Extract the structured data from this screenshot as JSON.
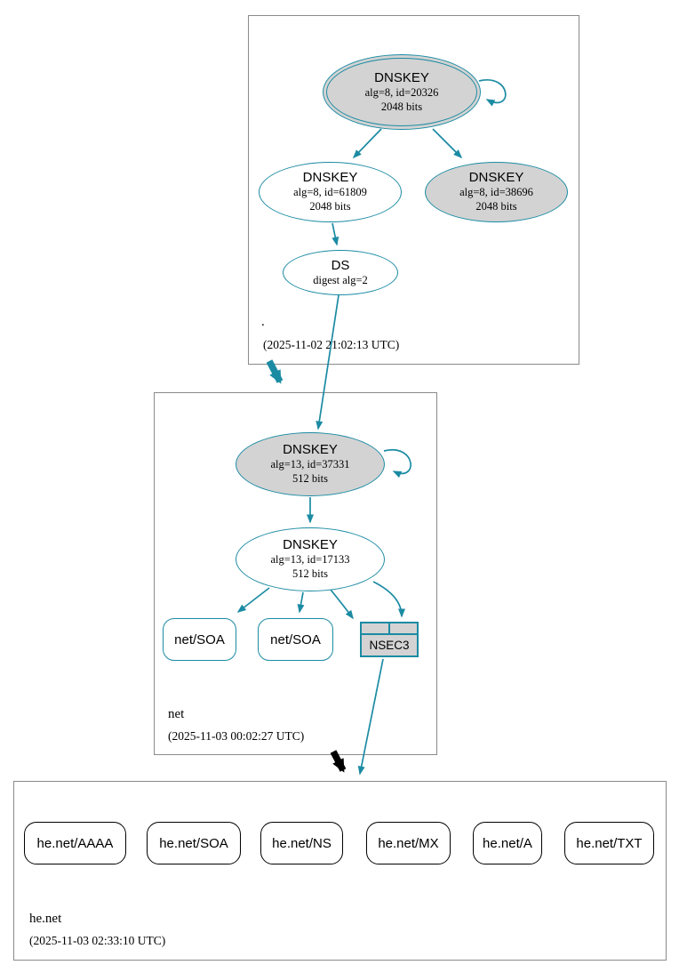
{
  "colors": {
    "teal": "#1b8ba3",
    "nodefill": "#d3d3d3",
    "boxborder": "#8a8a8a",
    "black": "#000000"
  },
  "root_zone": {
    "label": ".",
    "timestamp": "(2025-11-02 21:02:13 UTC)",
    "ksk": {
      "title": "DNSKEY",
      "line1": "alg=8, id=20326",
      "line2": "2048 bits"
    },
    "zsk": {
      "title": "DNSKEY",
      "line1": "alg=8, id=61809",
      "line2": "2048 bits"
    },
    "key3": {
      "title": "DNSKEY",
      "line1": "alg=8, id=38696",
      "line2": "2048 bits"
    },
    "ds": {
      "title": "DS",
      "line1": "digest alg=2"
    }
  },
  "net_zone": {
    "label": "net",
    "timestamp": "(2025-11-03 00:02:27 UTC)",
    "ksk": {
      "title": "DNSKEY",
      "line1": "alg=13, id=37331",
      "line2": "512 bits"
    },
    "zsk": {
      "title": "DNSKEY",
      "line1": "alg=13, id=17133",
      "line2": "512 bits"
    },
    "soa1": {
      "label": "net/SOA"
    },
    "soa2": {
      "label": "net/SOA"
    },
    "nsec3": {
      "label": "NSEC3"
    }
  },
  "henet_zone": {
    "label": "he.net",
    "timestamp": "(2025-11-03 02:33:10 UTC)",
    "rrsets": [
      {
        "label": "he.net/AAAA"
      },
      {
        "label": "he.net/SOA"
      },
      {
        "label": "he.net/NS"
      },
      {
        "label": "he.net/MX"
      },
      {
        "label": "he.net/A"
      },
      {
        "label": "he.net/TXT"
      }
    ]
  }
}
